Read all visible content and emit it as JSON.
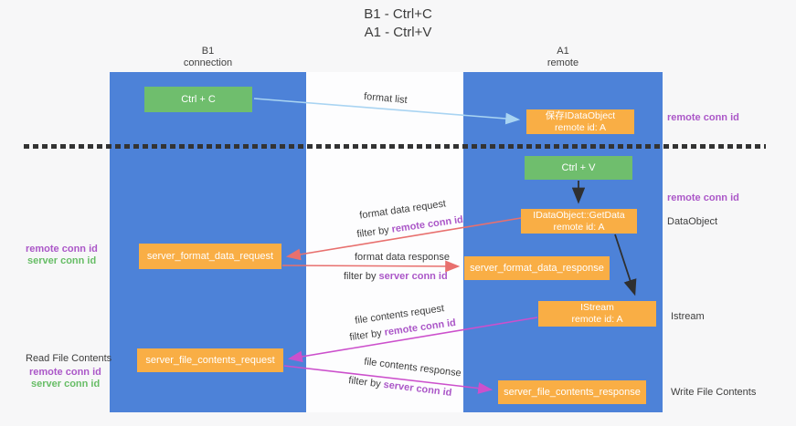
{
  "title": {
    "line1": "B1 - Ctrl+C",
    "line2": "A1 - Ctrl+V"
  },
  "lanes": {
    "left": {
      "name": "B1",
      "subtitle": "connection"
    },
    "right": {
      "name": "A1",
      "subtitle": "remote"
    }
  },
  "boxes": {
    "ctrl_c": {
      "label": "Ctrl + C"
    },
    "ctrl_v": {
      "label": "Ctrl + V"
    },
    "save_dataobject": {
      "line1": "保存IDataObject",
      "line2": "remote id: A"
    },
    "getdata": {
      "line1": "IDataObject::GetData",
      "line2": "remote id: A"
    },
    "istream": {
      "line1": "IStream",
      "line2": "remote id: A"
    },
    "format_request": {
      "label": "server_format_data_request"
    },
    "format_response": {
      "label": "server_format_data_response"
    },
    "file_request": {
      "label": "server_file_contents_request"
    },
    "file_response": {
      "label": "server_file_contents_response"
    }
  },
  "flow_labels": {
    "format_list": "format list",
    "format_data_request": "format data request",
    "format_data_response": "format data response",
    "file_contents_request": "file contents request",
    "file_contents_response": "file contents response",
    "filter_by": "filter by ",
    "remote_conn_id": "remote conn id",
    "server_conn_id": "server conn id"
  },
  "side_labels": {
    "right_remote_conn_id_top": "remote conn id",
    "right_remote_conn_id_mid": "remote conn id",
    "dataobject": "DataObject",
    "istream": "Istream",
    "write_file_contents": "Write File Contents",
    "left_remote_conn_id_top": "remote conn id",
    "left_server_conn_id_top": "server conn id",
    "read_file_contents": "Read File Contents",
    "left_remote_conn_id_bottom": "remote conn id",
    "left_server_conn_id_bottom": "server conn id"
  },
  "colors": {
    "lane_blue": "#4d82d8",
    "box_green": "#6fbe6d",
    "box_orange": "#f9ae45",
    "arrow_red": "#e8706e",
    "arrow_magenta": "#cc50cc",
    "arrow_light_blue": "#a9d4f2",
    "arrow_black": "#2f2f2f",
    "text_purple": "#ab57c8",
    "text_green": "#67bd66",
    "background": "#f7f7f8"
  }
}
